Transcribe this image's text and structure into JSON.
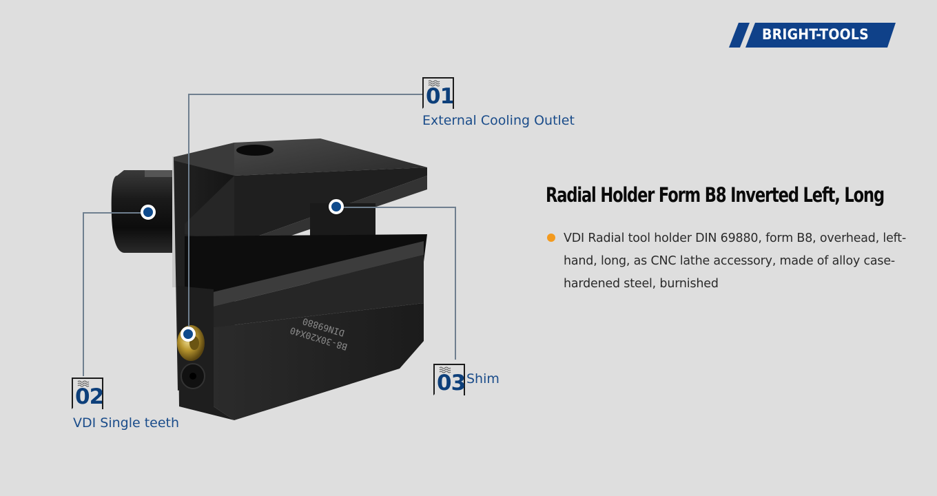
{
  "brand": {
    "name": "BRIGHT-TOOLS",
    "color": "#0f4189"
  },
  "product": {
    "title": "Radial Holder Form B8 Inverted Left, Long",
    "description": "VDI Radial tool holder DIN 69880, form B8, overhead, left-hand, long, as CNC lathe accessory, made of alloy case-hardened steel, burnished",
    "engraving": [
      "B8-30X20X40",
      "DIN69880"
    ],
    "bullet_color": "#f39a1e"
  },
  "callouts": [
    {
      "number": "01",
      "label": "External Cooling Outlet",
      "icon": "water-waves-icon"
    },
    {
      "number": "02",
      "label": "VDI Single teeth",
      "icon": "water-waves-icon"
    },
    {
      "number": "03",
      "label": "Shim",
      "icon": "water-waves-icon"
    }
  ],
  "colors": {
    "background": "#dedede",
    "callout_text": "#1a4c8a",
    "number_text": "#0d3f7a",
    "marker": "#0e4a8c",
    "leader_line": "#6f7f8f"
  }
}
